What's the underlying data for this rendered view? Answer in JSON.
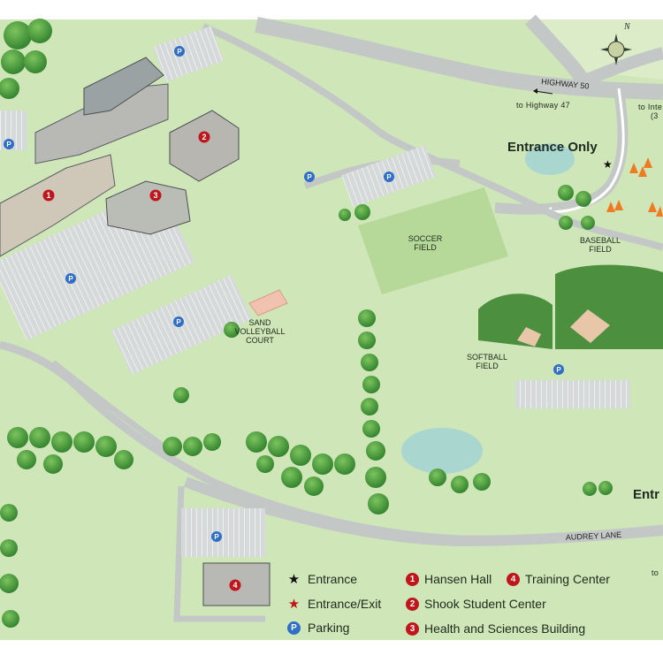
{
  "roads": {
    "highway50": "HIGHWAY 50",
    "to_highway47": "to Highway 47",
    "to_interstate": "to Inte",
    "to_interstate_num": "(3",
    "audrey_lane": "AUDREY LANE",
    "to_right": "to"
  },
  "places": {
    "soccer_field": [
      "SOCCER",
      "FIELD"
    ],
    "baseball_field": [
      "BASEBALL",
      "FIELD"
    ],
    "softball_field": [
      "SOFTBALL",
      "FIELD"
    ],
    "sand_volleyball": [
      "SAND",
      "VOLLEYBALL",
      "COURT"
    ]
  },
  "callouts": {
    "entrance_only": "Entrance Only",
    "entrance_partial": "Entr"
  },
  "compass": {
    "north": "N"
  },
  "building_numbers": [
    "1",
    "2",
    "3",
    "4"
  ],
  "parking_symbol": "P",
  "legend": {
    "entrance": "Entrance",
    "entrance_exit": "Entrance/Exit",
    "parking": "Parking",
    "items": [
      {
        "num": "1",
        "label": "Hansen Hall"
      },
      {
        "num": "4",
        "label": "Training Center"
      },
      {
        "num": "2",
        "label": "Shook Student Center"
      },
      {
        "num": "3",
        "label": "Health and Sciences Building"
      }
    ]
  },
  "colors": {
    "grass": "#cfe6b8",
    "road": "#bfc5c4",
    "pavement": "#d9dcdc",
    "tree": "#4a9a3a",
    "water": "#a9d6cf",
    "building_badge": "#c0151b",
    "parking_badge": "#2f6fc8"
  }
}
